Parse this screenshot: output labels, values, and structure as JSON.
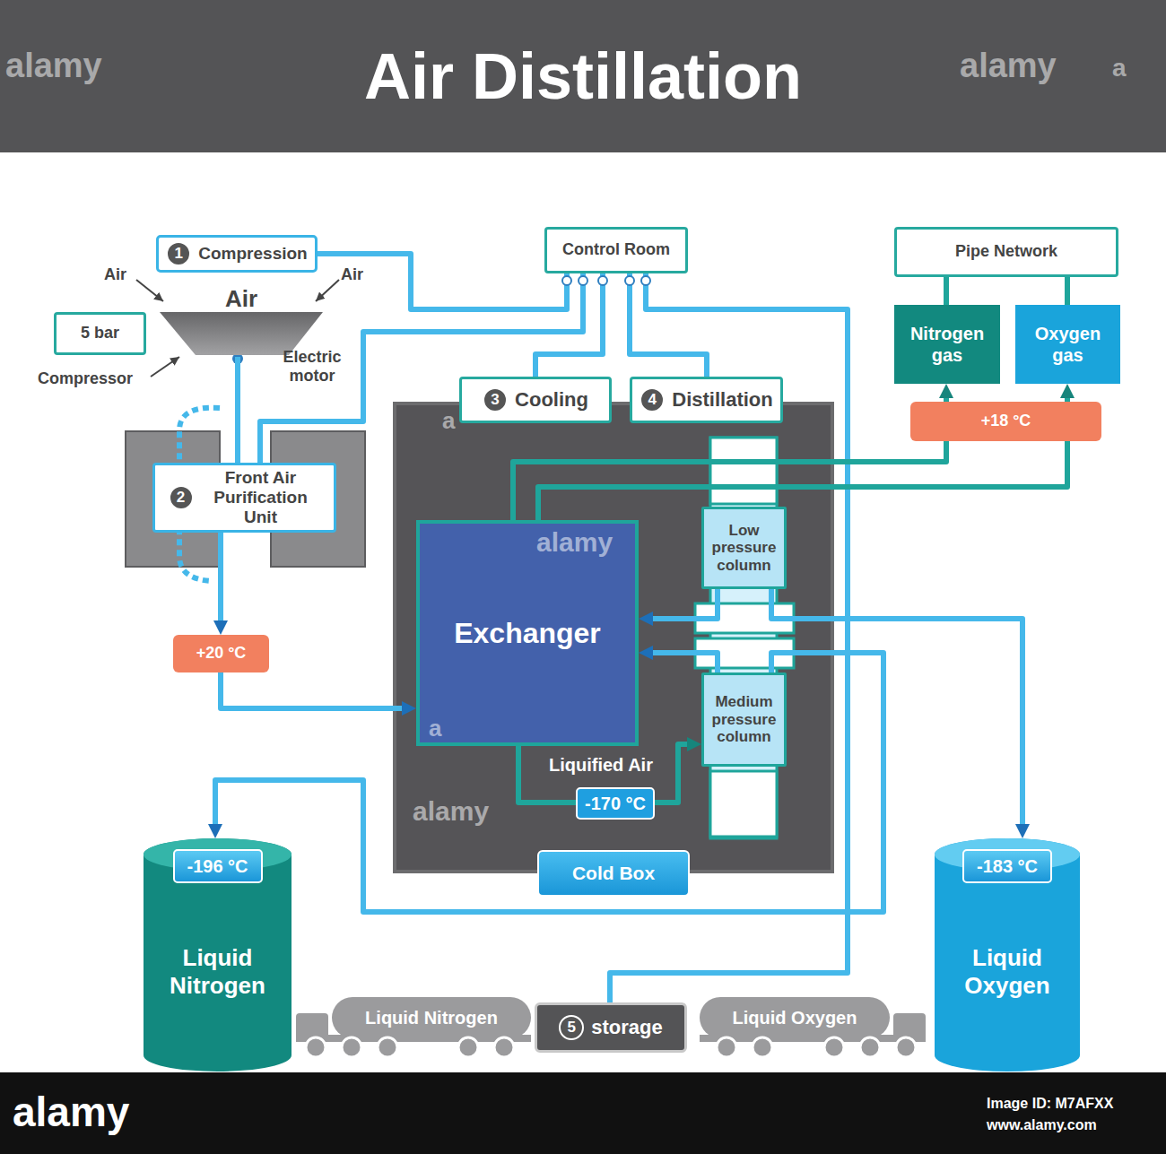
{
  "diagram": {
    "title": "Air Distillation",
    "nodes": [
      {
        "text": [
          "1",
          "Compression"
        ]
      },
      {
        "text": [
          "Control Room"
        ]
      },
      {
        "text": [
          "Pipe Network"
        ]
      },
      {
        "text": [
          "5 bar"
        ]
      },
      {
        "text": [
          "Air"
        ]
      },
      {
        "text": [
          "Nitrogen gas"
        ]
      },
      {
        "text": [
          "Oxygen gas"
        ]
      },
      {
        "text": [
          "+18 °C"
        ]
      },
      {
        "text": [
          "3",
          "Cooling"
        ]
      },
      {
        "text": [
          "4",
          "Distillation"
        ]
      },
      {
        "text": [
          "Cold Box"
        ]
      },
      {
        "text": [
          "2",
          "Front Air Purification Unit"
        ]
      },
      {
        "text": [
          "Exchanger"
        ],
        "in": 10
      },
      {
        "text": [
          "Low pressure column"
        ],
        "in": 10
      },
      {
        "text": [
          "+20 °C"
        ]
      },
      {
        "text": [
          "Medium pressure column"
        ],
        "in": 10
      },
      {
        "text": [
          "-170 °C"
        ],
        "in": 10
      },
      {
        "text": [
          "-196 °C",
          "Liquid Nitrogen"
        ]
      },
      {
        "text": [
          "-183 °C",
          "Liquid Oxygen"
        ]
      },
      {
        "text": [
          "Liquid Nitrogen"
        ]
      },
      {
        "text": [
          "5",
          "storage"
        ]
      },
      {
        "text": [
          "Liquid Oxygen"
        ]
      }
    ],
    "edges": [
      {
        "from": 0,
        "to": 1,
        "arrow": "none"
      },
      {
        "from": 1,
        "to": 8,
        "arrow": "none"
      },
      {
        "from": 1,
        "to": 9,
        "arrow": "none"
      },
      {
        "from": 1,
        "to": 11,
        "arrow": "none"
      },
      {
        "from": 1,
        "to": 20,
        "arrow": "none"
      },
      {
        "from": 4,
        "to": 11,
        "arrow": "none"
      },
      {
        "from": 11,
        "to": 14,
        "arrow": "to"
      },
      {
        "from": 14,
        "to": 12,
        "arrow": "to"
      },
      {
        "from": 12,
        "to": 16,
        "arrow": "none"
      },
      {
        "from": 16,
        "to": 15,
        "arrow": "to"
      },
      {
        "from": 12,
        "to": 5,
        "arrow": "to"
      },
      {
        "from": 12,
        "to": 6,
        "arrow": "to"
      },
      {
        "from": 5,
        "to": 2,
        "arrow": "none"
      },
      {
        "from": 6,
        "to": 2,
        "arrow": "none"
      },
      {
        "from": 13,
        "to": 12,
        "arrow": "to"
      },
      {
        "from": 15,
        "to": 12,
        "arrow": "to"
      },
      {
        "from": 13,
        "to": 18,
        "arrow": "to"
      },
      {
        "from": 15,
        "to": 17,
        "arrow": "to"
      }
    ],
    "labels": [
      "Air",
      "Air",
      "Compressor",
      "Electric motor",
      "Liquified Air",
      "alamy",
      "alamy",
      "a",
      "alamy",
      "alamy",
      "a",
      "a",
      "alamy",
      "Image ID: M7AFXX",
      "www.alamy.com"
    ]
  }
}
